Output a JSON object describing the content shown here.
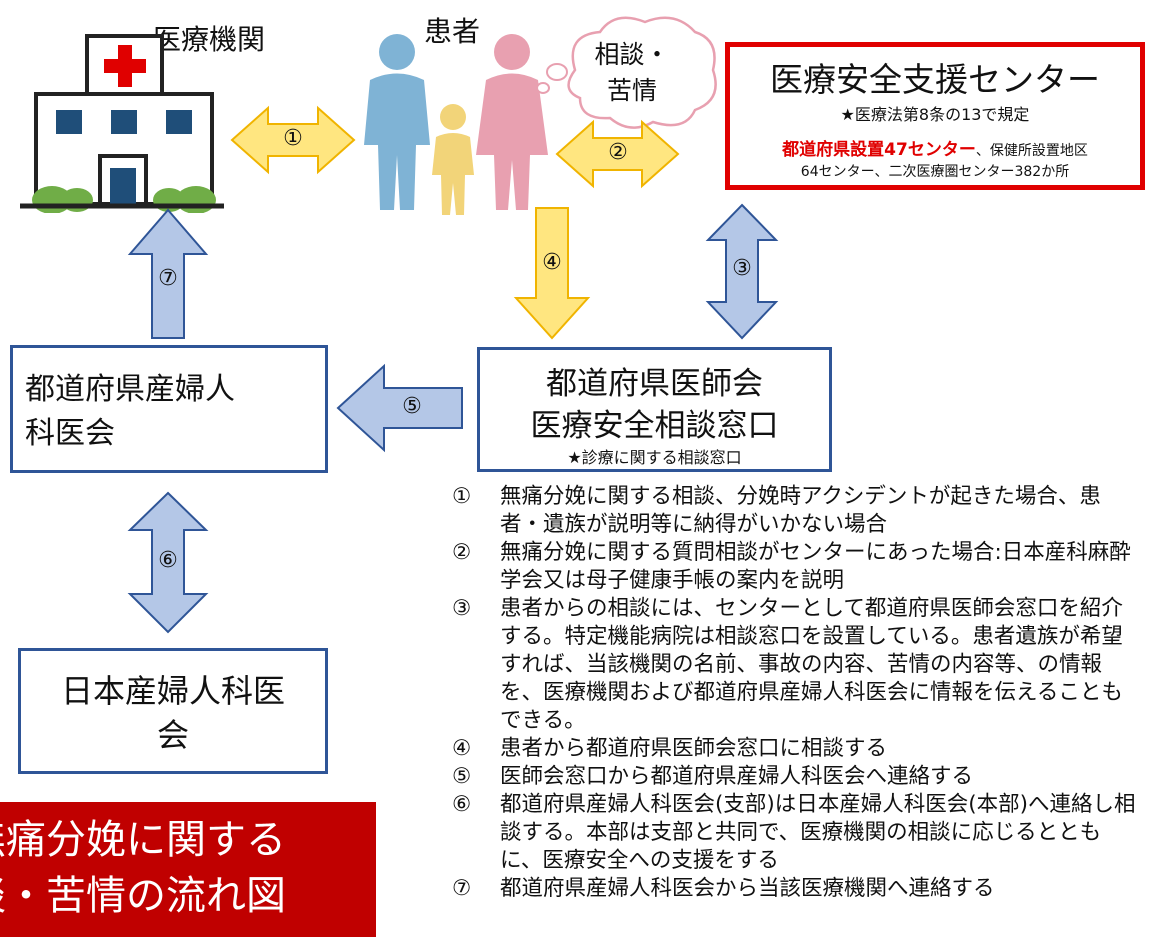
{
  "labels": {
    "hospital": "医療機関",
    "patient": "患者",
    "consult_bubble": "相談・\n苦情"
  },
  "center_box": {
    "title": "医療安全支援センター",
    "note": "★医療法第8条の13で規定",
    "line2_red": "都道府県設置47センター",
    "line2_rest": "、保健所設置地区",
    "line3": "64センター、二次医療圏センター382か所"
  },
  "boxes": {
    "ob_assoc_pref": "都道府県産婦人\n科医会",
    "med_assoc_title": "都道府県医師会",
    "med_assoc_subtitle": "医療安全相談窓口",
    "med_assoc_note": "★診療に関する相談窓口",
    "ob_assoc_japan": "日本産婦人科医\n会"
  },
  "arrows": [
    "①",
    "②",
    "③",
    "④",
    "⑤",
    "⑥",
    "⑦"
  ],
  "title_banner": "無痛分娩に関する\n談・苦情の流れ図",
  "legend": [
    {
      "num": "①",
      "text": "無痛分娩に関する相談、分娩時アクシデントが起きた場合、患者・遺族が説明等に納得がいかない場合"
    },
    {
      "num": "②",
      "text": "無痛分娩に関する質問相談がセンターにあった場合:日本産科麻酔学会又は母子健康手帳の案内を説明"
    },
    {
      "num": "③",
      "text": "患者からの相談には、センターとして都道府県医師会窓口を紹介する。特定機能病院は相談窓口を設置している。患者遺族が希望すれば、当該機関の名前、事故の内容、苦情の内容等、の情報を、医療機関および都道府県産婦人科医会に情報を伝えることもできる。"
    },
    {
      "num": "④",
      "text": "患者から都道府県医師会窓口に相談する"
    },
    {
      "num": "⑤",
      "text": "医師会窓口から都道府県産婦人科医会へ連絡する"
    },
    {
      "num": "⑥",
      "text": "都道府県産婦人科医会(支部)は日本産婦人科医会(本部)へ連絡し相談する。本部は支部と共同で、医療機関の相談に応じるとともに、医療安全への支援をする"
    },
    {
      "num": "⑦",
      "text": "都道府県産婦人科医会から当該医療機関へ連絡する"
    }
  ],
  "colors": {
    "yellow_arrow": "#ffe680",
    "yellow_border": "#f0b400",
    "blue_arrow": "#b4c7e7",
    "blue_border": "#2f5597",
    "red_box": "#e00000",
    "banner_bg": "#c00000",
    "pink_person": "#e8a0b0",
    "blue_person": "#7fb3d5",
    "yellow_person": "#f2d479"
  }
}
